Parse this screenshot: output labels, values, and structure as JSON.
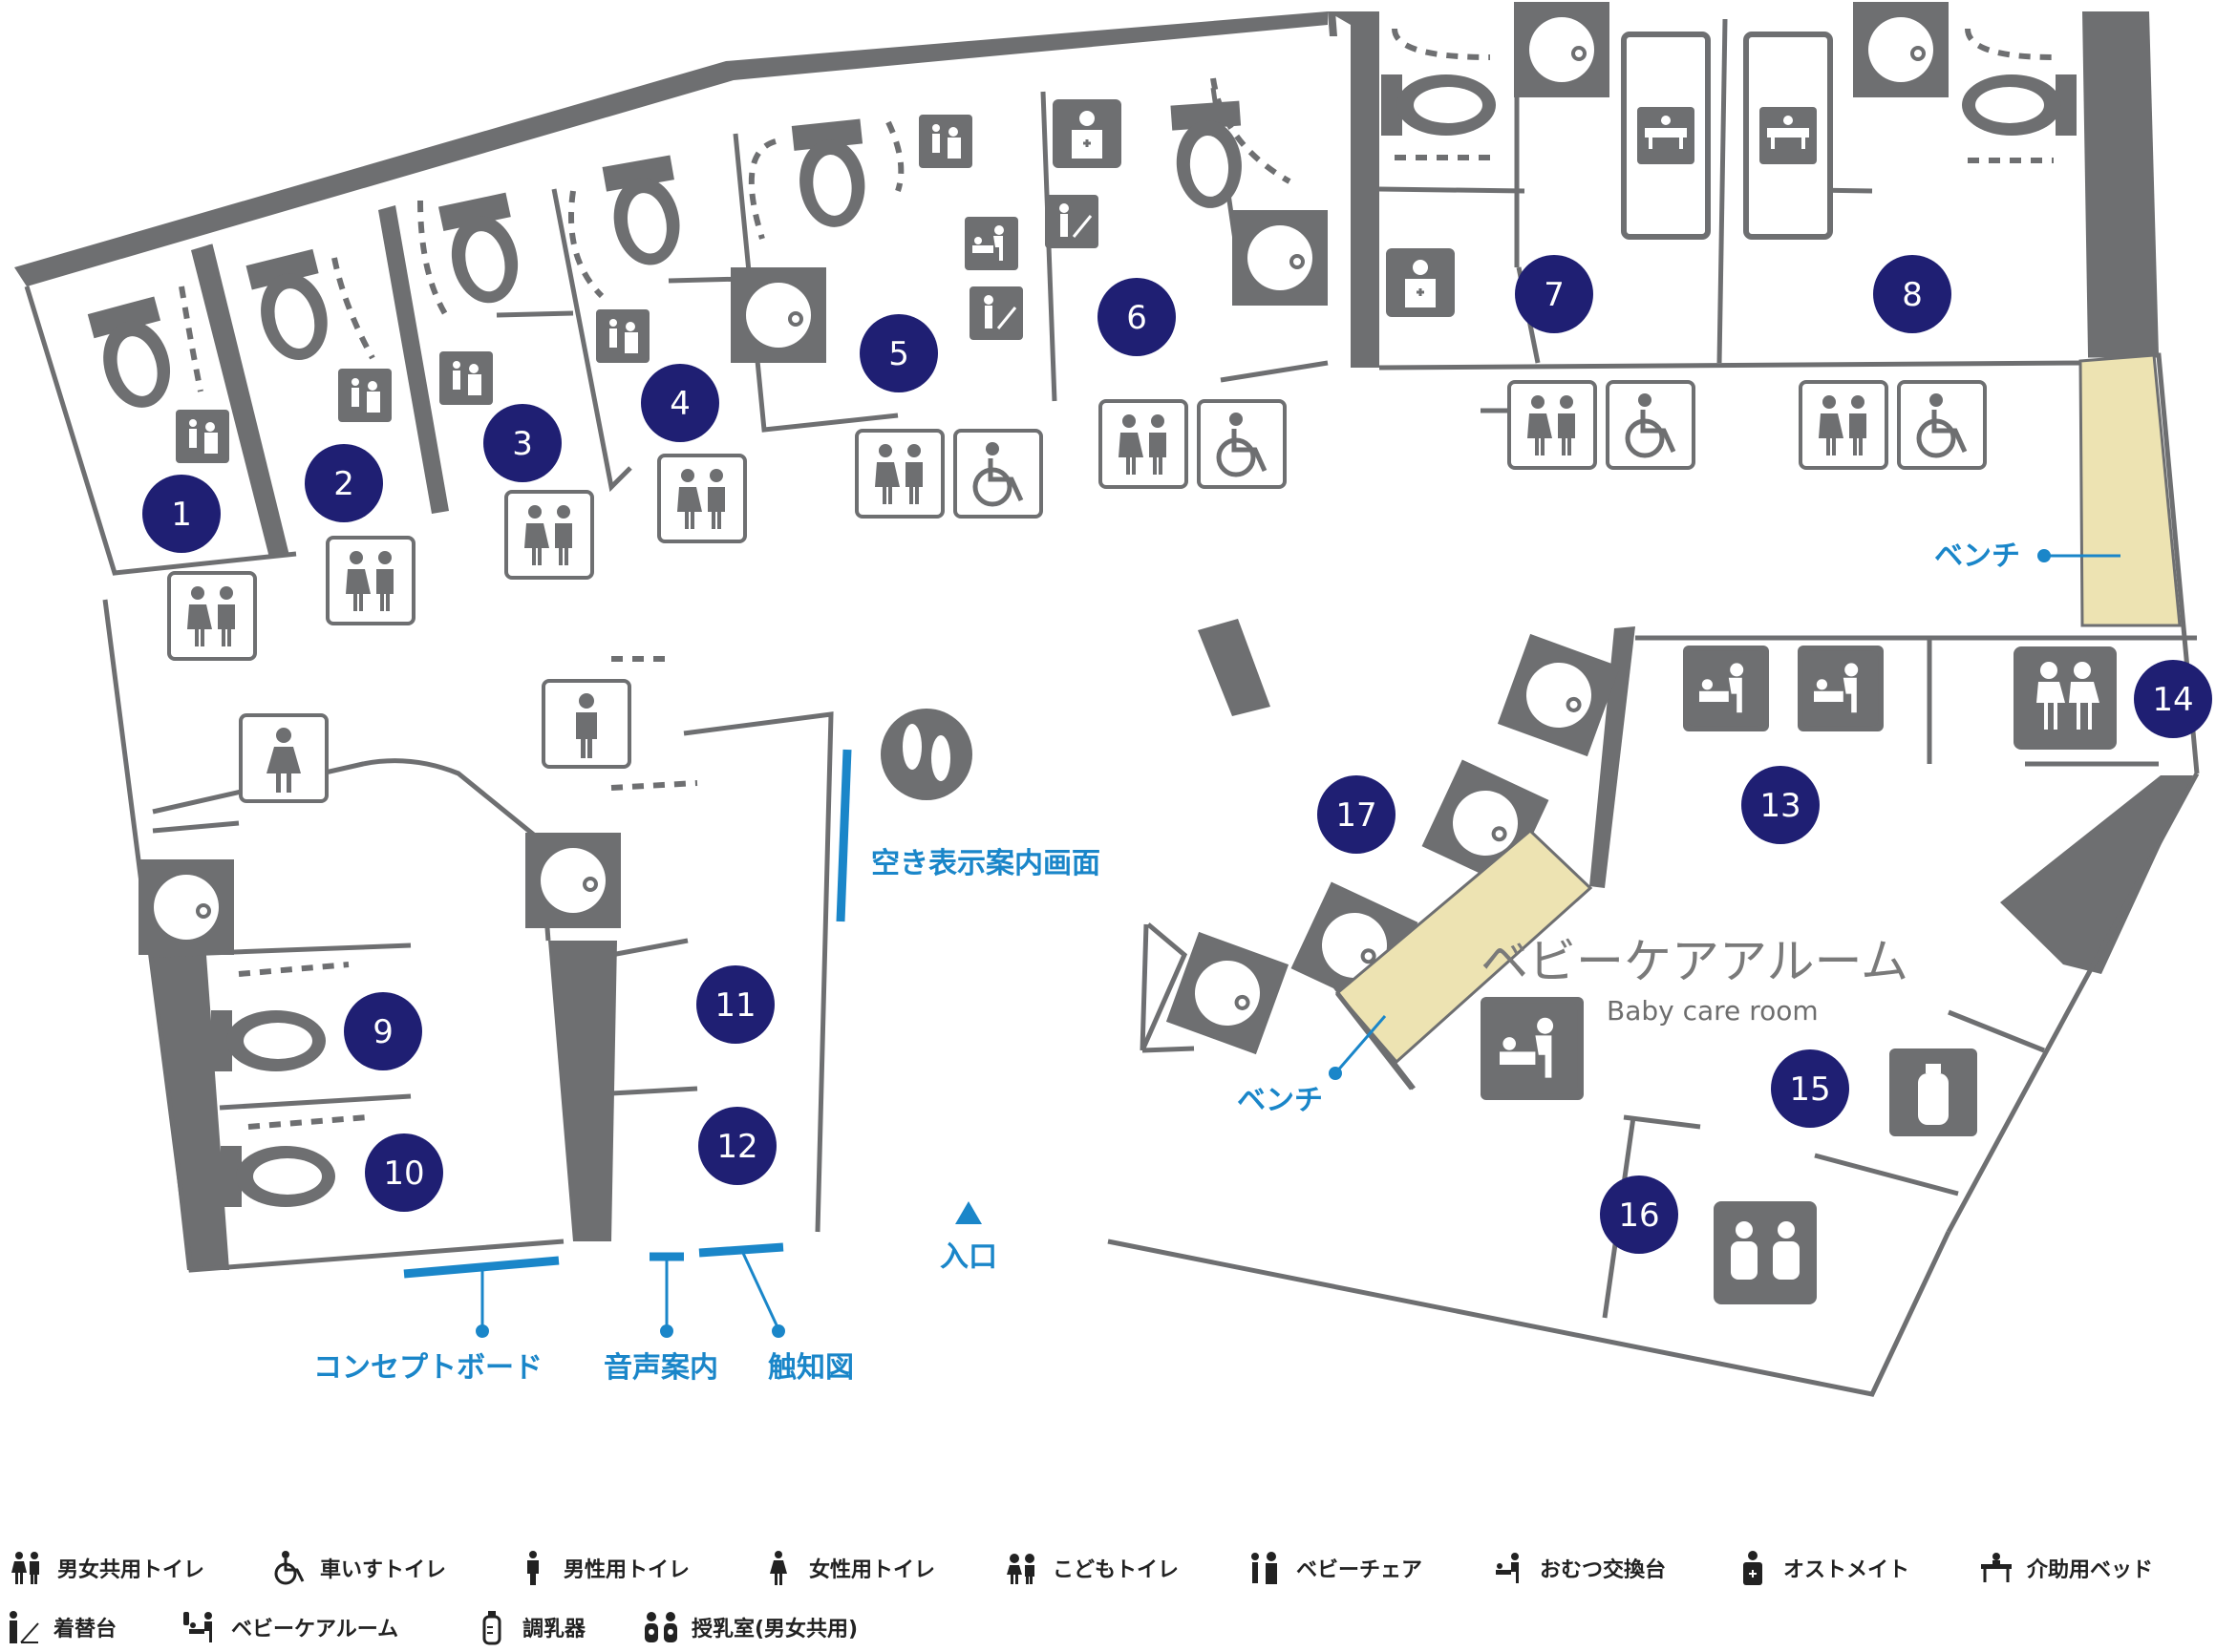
{
  "colors": {
    "wall": "#6e6f71",
    "badge": "#1f1f73",
    "accent": "#1a86c9",
    "bench": "#ede3b2",
    "icon": "#6e6f71"
  },
  "rooms": [
    {
      "number": "1"
    },
    {
      "number": "2"
    },
    {
      "number": "3"
    },
    {
      "number": "4"
    },
    {
      "number": "5"
    },
    {
      "number": "6"
    },
    {
      "number": "7"
    },
    {
      "number": "8"
    },
    {
      "number": "9"
    },
    {
      "number": "10"
    },
    {
      "number": "11"
    },
    {
      "number": "12"
    },
    {
      "number": "13"
    },
    {
      "number": "14"
    },
    {
      "number": "15"
    },
    {
      "number": "16"
    },
    {
      "number": "17"
    }
  ],
  "labels": {
    "bench_top": "ベンチ",
    "bench_left": "ベンチ",
    "vacancy_display": "空き表示案内画面",
    "concept_board": "コンセプトボード",
    "audio_guide": "音声案内",
    "tactile_map": "触知図",
    "entrance": "入口",
    "baby_room_jp": "ベビーケアアルーム",
    "baby_room_en": "Baby care room"
  },
  "legend": [
    {
      "icon": "unisex-toilet-icon",
      "label": "男女共用トイレ"
    },
    {
      "icon": "wheelchair-icon",
      "label": "車いすトイレ"
    },
    {
      "icon": "male-icon",
      "label": "男性用トイレ"
    },
    {
      "icon": "female-icon",
      "label": "女性用トイレ"
    },
    {
      "icon": "kids-toilet-icon",
      "label": "こどもトイレ"
    },
    {
      "icon": "baby-chair-icon",
      "label": "ベビーチェア"
    },
    {
      "icon": "diaper-table-icon",
      "label": "おむつ交換台"
    },
    {
      "icon": "ostomate-icon",
      "label": "オストメイト"
    },
    {
      "icon": "care-bed-icon",
      "label": "介助用ベッド"
    },
    {
      "icon": "changing-board-icon",
      "label": "着替台"
    },
    {
      "icon": "baby-room-icon",
      "label": "ベビーケアルーム"
    },
    {
      "icon": "formula-icon",
      "label": "調乳器"
    },
    {
      "icon": "nursing-room-icon",
      "label": "授乳室(男女共用)"
    }
  ]
}
